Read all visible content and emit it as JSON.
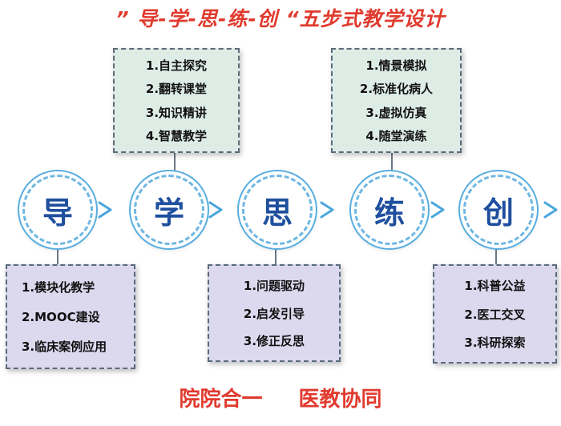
{
  "title": "” 导-学-思-练-创 “五步式教学设计",
  "steps": [
    {
      "char": "导",
      "items": [
        "1.模块化教学",
        "2.MOOC建设",
        "3.临床案例应用"
      ]
    },
    {
      "char": "学",
      "items": [
        "1.自主探究",
        "2.翻转课堂",
        "3.知识精讲",
        "4.智慧教学"
      ]
    },
    {
      "char": "思",
      "items": [
        "1.问题驱动",
        "2.启发引导",
        "3.修正反思"
      ]
    },
    {
      "char": "练",
      "items": [
        "1.情景模拟",
        "2.标准化病人",
        "3.虚拟仿真",
        "4.随堂演练"
      ]
    },
    {
      "char": "创",
      "items": [
        "1.科普公益",
        "2.医工交叉",
        "3.科研探索"
      ]
    }
  ],
  "footer": {
    "left": "院院合一",
    "right": "医教协同"
  },
  "colors": {
    "title": "#e03a2e",
    "circle_text": "#1f4f9e",
    "ring": "#58aee0",
    "green_box": "#deece6",
    "purple_box": "#dcd8ee"
  }
}
